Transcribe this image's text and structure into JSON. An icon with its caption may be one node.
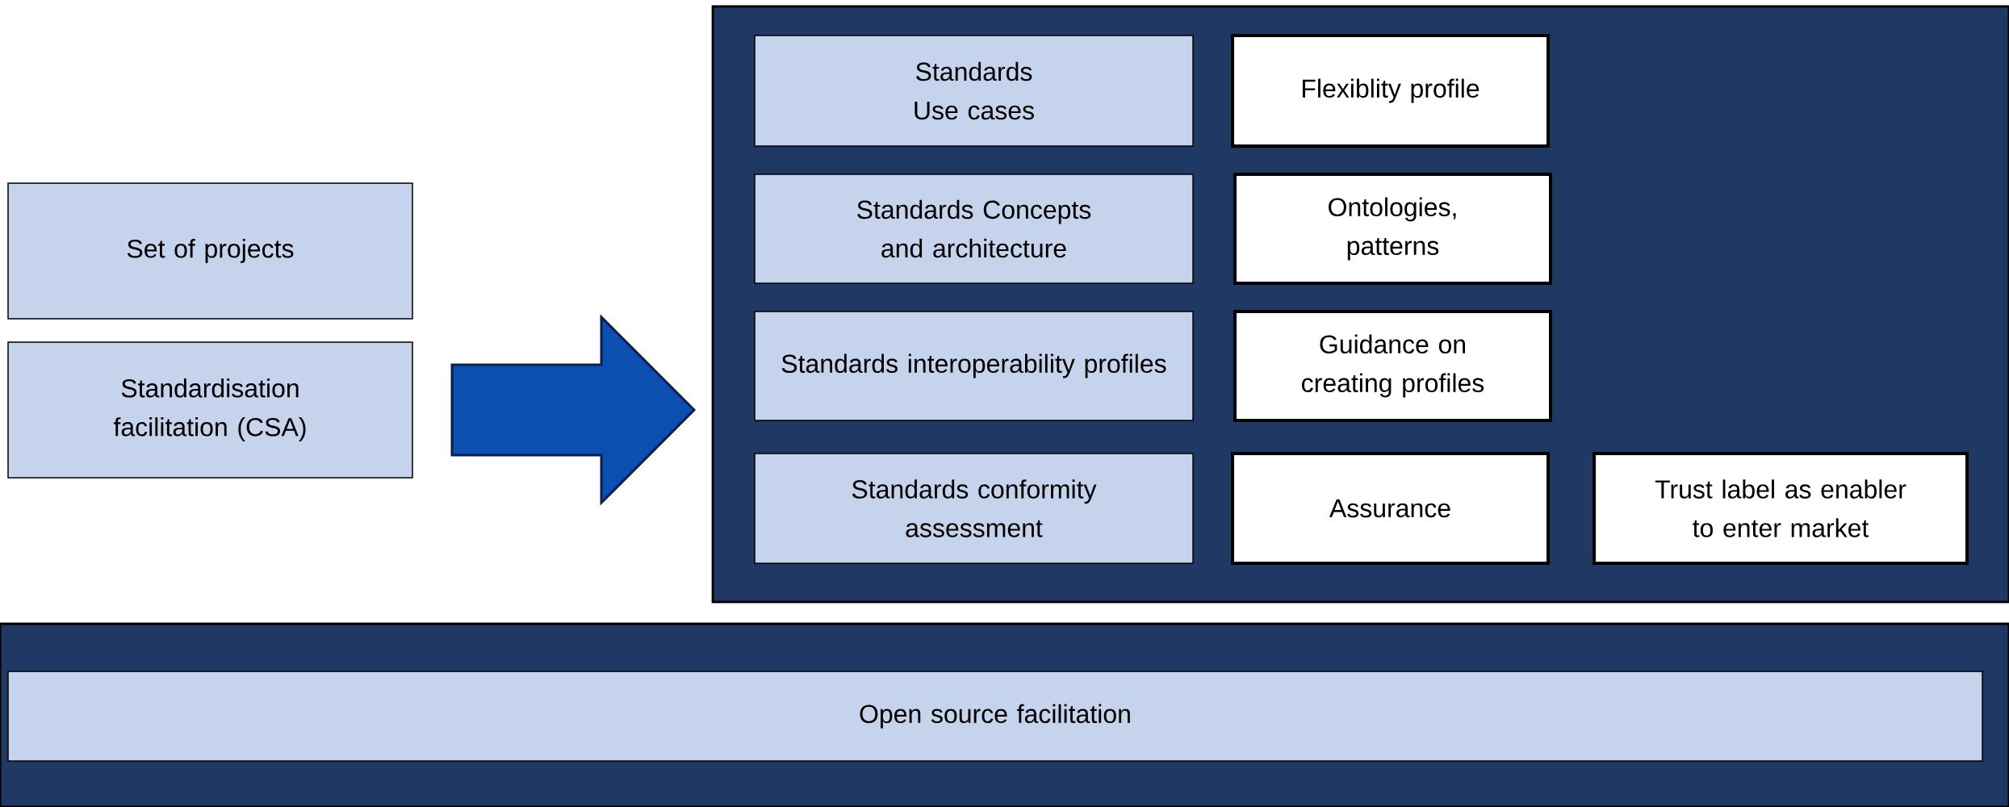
{
  "diagram": {
    "nodes": [
      {
        "text": [
          "Set of projects"
        ]
      },
      {
        "text": [
          "Standardisation facilitation (CSA)"
        ]
      },
      {
        "text": [],
        "shape": "box"
      },
      {
        "text": [
          "Standards Use cases"
        ],
        "in": 2
      },
      {
        "text": [
          "Flexiblity profile"
        ],
        "in": 2
      },
      {
        "text": [
          "Standards Concepts and architecture"
        ],
        "in": 2
      },
      {
        "text": [
          "Ontologies, patterns"
        ],
        "in": 2
      },
      {
        "text": [
          "Standards interoperability profiles"
        ],
        "in": 2
      },
      {
        "text": [
          "Guidance on creating profiles"
        ],
        "in": 2
      },
      {
        "text": [
          "Standards conformity assessment"
        ],
        "in": 2
      },
      {
        "text": [
          "Assurance"
        ],
        "in": 2
      },
      {
        "text": [
          "Trust label as enabler to enter market"
        ],
        "in": 2
      },
      {
        "text": [],
        "shape": "box"
      },
      {
        "text": [
          "Open source facilitation"
        ],
        "in": 12
      }
    ],
    "edges": [
      {
        "from": 0,
        "to": 2,
        "arrow": "to"
      },
      {
        "from": 1,
        "to": 2,
        "arrow": "to"
      }
    ]
  }
}
